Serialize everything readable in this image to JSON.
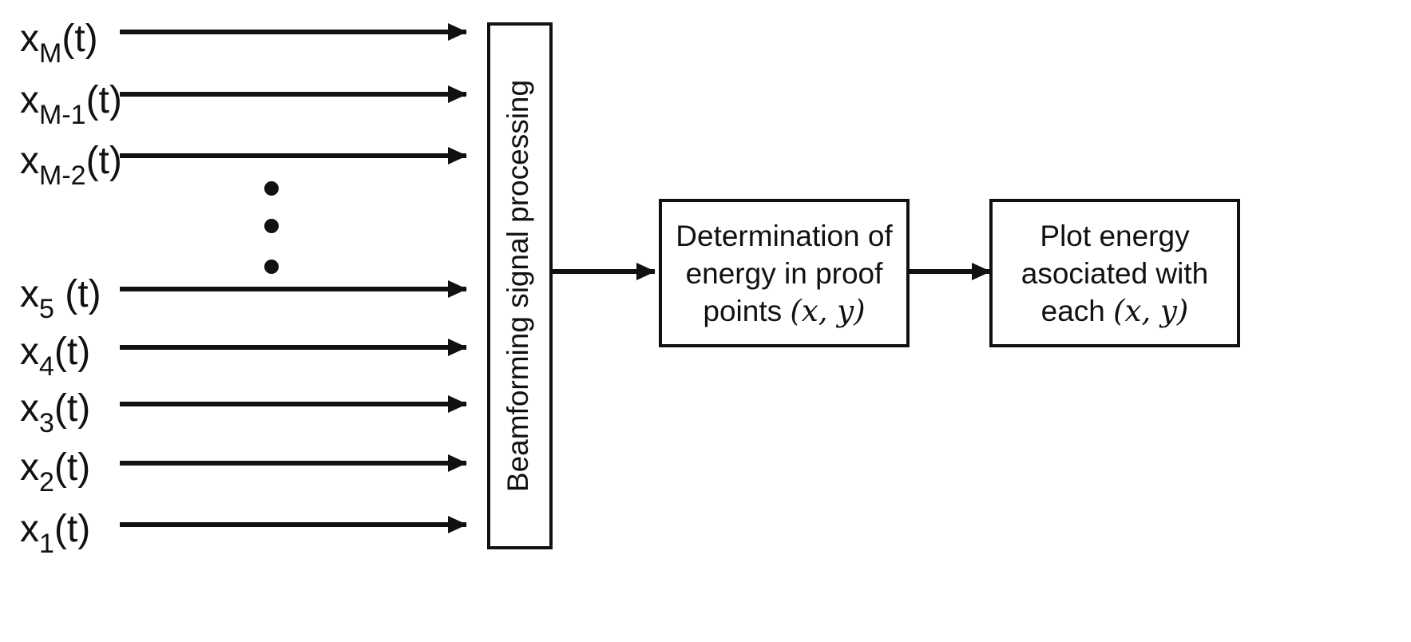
{
  "inputs": [
    {
      "base": "x",
      "sub": "M",
      "rest": "(t)"
    },
    {
      "base": "x",
      "sub": "M-1",
      "rest": "(t)"
    },
    {
      "base": "x",
      "sub": "M-2",
      "rest": "(t)"
    },
    {
      "base": "x",
      "sub": "5",
      "rest": " (t)"
    },
    {
      "base": "x",
      "sub": "4",
      "rest": "(t)"
    },
    {
      "base": "x",
      "sub": "3",
      "rest": "(t)"
    },
    {
      "base": "x",
      "sub": "2",
      "rest": "(t)"
    },
    {
      "base": "x",
      "sub": "1",
      "rest": "(t)"
    }
  ],
  "beamforming_box": {
    "label": "Beamforming signal processing"
  },
  "energy_box": {
    "line1": "Determination of",
    "line2": "energy in proof",
    "line3_text": "points ",
    "line3_math": "(x, y)"
  },
  "plot_box": {
    "line1": "Plot energy",
    "line2": "asociated with",
    "line3_text": "each ",
    "line3_math": "(x, y)"
  }
}
